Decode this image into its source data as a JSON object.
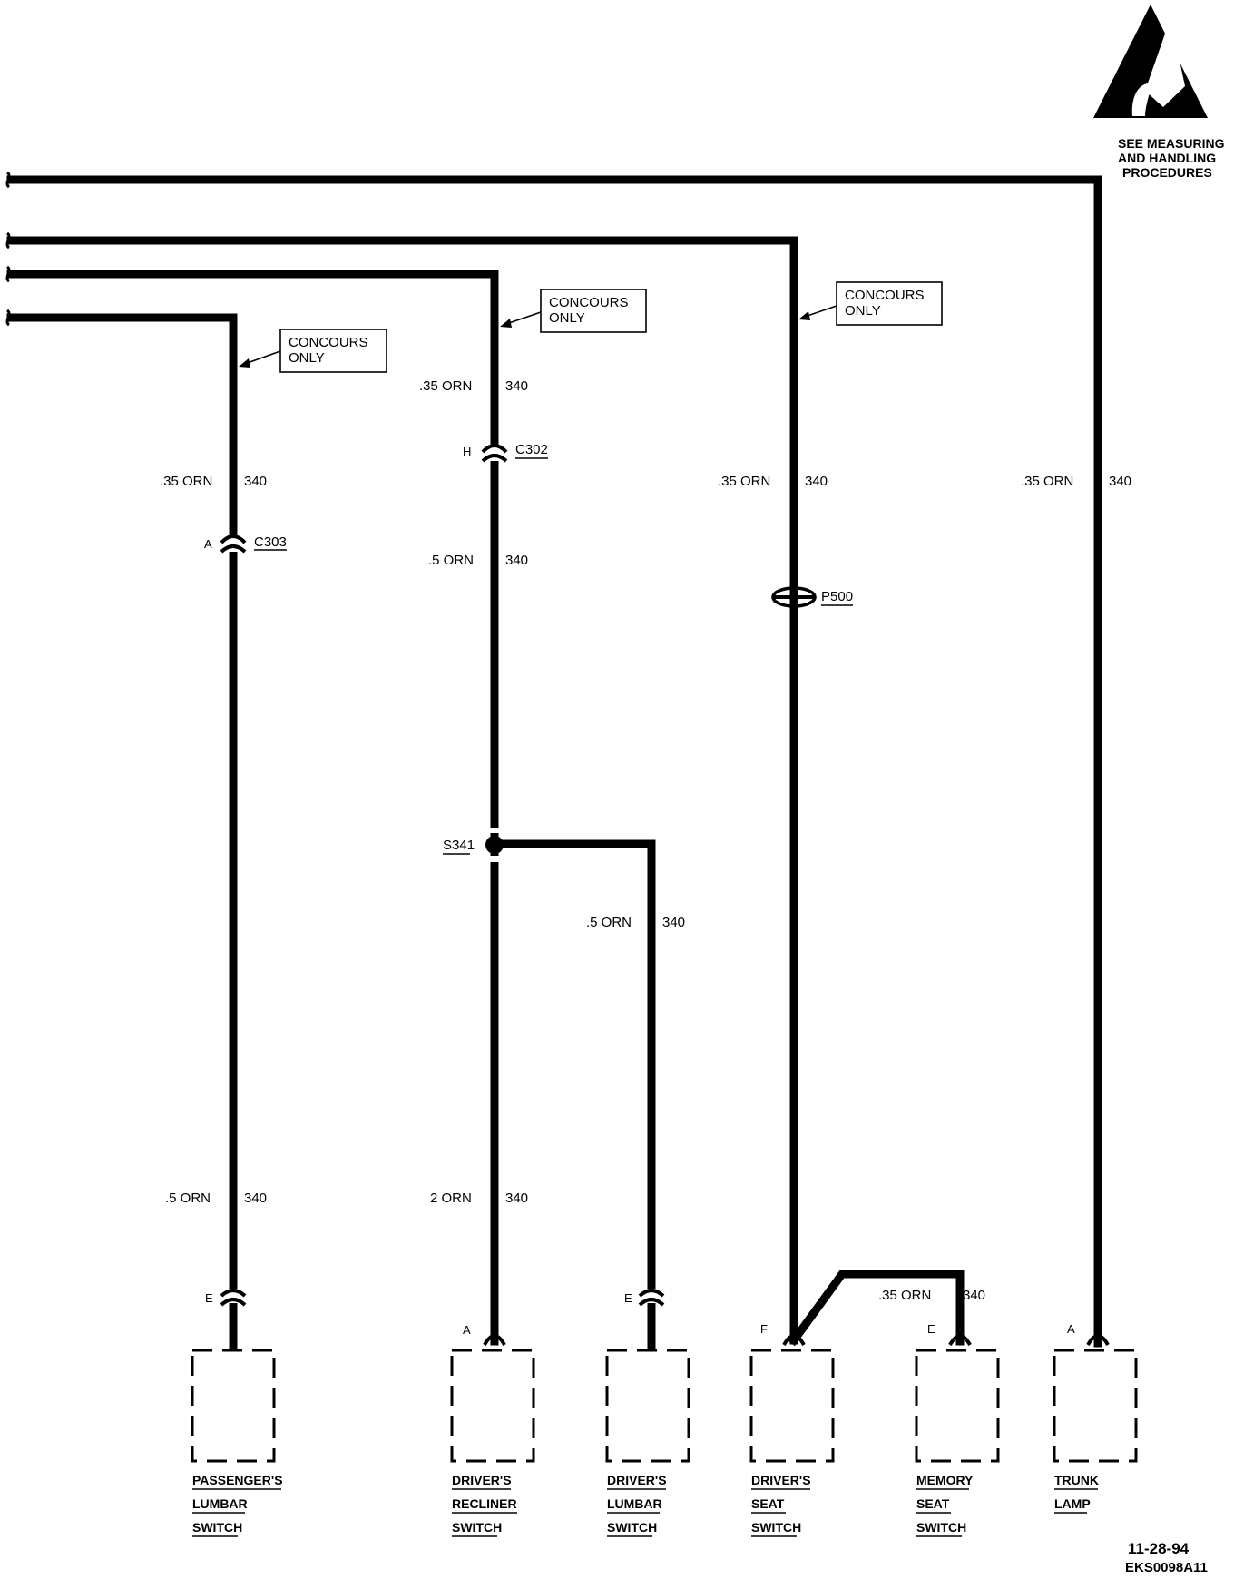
{
  "notice": {
    "icon": "esd-warning-icon",
    "lines": [
      "SEE MEASURING",
      "AND HANDLING",
      "PROCEDURES"
    ]
  },
  "callouts": [
    {
      "line1": "CONCOURS",
      "line2": "ONLY"
    },
    {
      "line1": "CONCOURS",
      "line2": "ONLY"
    },
    {
      "line1": "CONCOURS",
      "line2": "ONLY"
    }
  ],
  "wires": {
    "c1_top": {
      "gauge": ".35 ORN",
      "circuit": "340"
    },
    "c1_bottom": {
      "gauge": ".5 ORN",
      "circuit": "340"
    },
    "c2_top": {
      "gauge": ".35 ORN",
      "circuit": "340"
    },
    "c2_mid": {
      "gauge": ".5 ORN",
      "circuit": "340"
    },
    "c2_bottom": {
      "gauge": "2 ORN",
      "circuit": "340"
    },
    "c3": {
      "gauge": ".5 ORN",
      "circuit": "340"
    },
    "c4": {
      "gauge": ".35 ORN",
      "circuit": "340"
    },
    "c5": {
      "gauge": ".35 ORN",
      "circuit": "340"
    },
    "c6": {
      "gauge": ".35 ORN",
      "circuit": "340"
    }
  },
  "connectors": {
    "c303": {
      "pin": "A",
      "name": "C303"
    },
    "c302": {
      "pin": "H",
      "name": "C302"
    },
    "p500": {
      "name": "P500"
    },
    "s341": {
      "name": "S341"
    }
  },
  "components": [
    {
      "pin": "E",
      "lines": [
        "PASSENGER'S",
        "LUMBAR",
        "SWITCH"
      ]
    },
    {
      "pin": "A",
      "lines": [
        "DRIVER'S",
        "RECLINER",
        "SWITCH"
      ]
    },
    {
      "pin": "E",
      "lines": [
        "DRIVER'S",
        "LUMBAR",
        "SWITCH"
      ]
    },
    {
      "pin": "F",
      "lines": [
        "DRIVER'S",
        "SEAT",
        "SWITCH"
      ]
    },
    {
      "pin": "E",
      "lines": [
        "MEMORY",
        "SEAT",
        "SWITCH"
      ]
    },
    {
      "pin": "A",
      "lines": [
        "TRUNK",
        "LAMP"
      ]
    }
  ],
  "footer": {
    "date": "11-28-94",
    "code": "EKS0098A11"
  }
}
